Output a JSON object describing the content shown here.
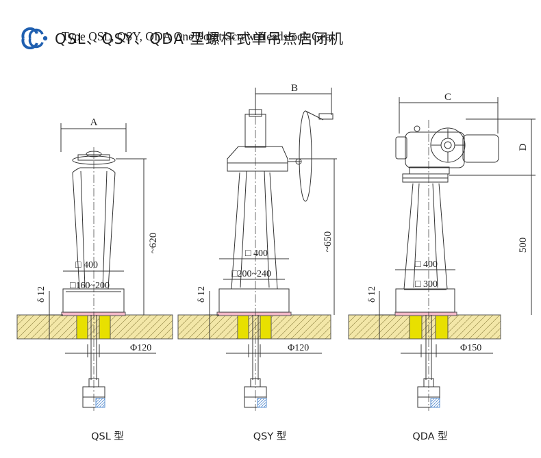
{
  "header": {
    "title_cn": "QSL、QSY、QDA 型螺杆式单吊点启闭机",
    "title_en": "Type QSL, QSY, QDA One Point Screw Headstock Gear"
  },
  "qsl": {
    "caption": "QSL 型",
    "dim_width": "A",
    "dim_height": "~620",
    "dim_base": "□ 400",
    "dim_inner": "□160~200",
    "dim_pad": "δ 12",
    "dim_hole": "Φ120"
  },
  "qsy": {
    "caption": "QSY 型",
    "dim_width": "B",
    "dim_height": "~650",
    "dim_base": "□ 400",
    "dim_inner": "□200~240",
    "dim_pad": "δ 12",
    "dim_hole": "Φ120"
  },
  "qda": {
    "caption": "QDA 型",
    "dim_width": "C",
    "dim_motor": "D",
    "dim_height": "500",
    "dim_base": "□ 400",
    "dim_inner": "□ 300",
    "dim_pad": "δ 12",
    "dim_hole": "Φ150"
  },
  "colors": {
    "line": "#333333",
    "concrete": "#f3e7a8",
    "embed": "#e8e000",
    "pad": "#f2b7c8",
    "nut_hatch": "#5a8fd0",
    "logo": "#1f5fb0"
  }
}
